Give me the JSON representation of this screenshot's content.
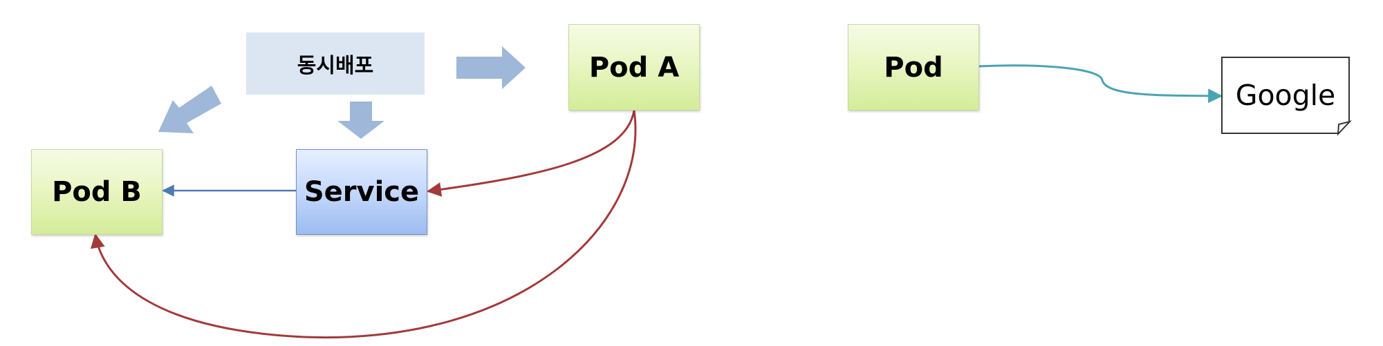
{
  "nodes": {
    "pod_a": "Pod A",
    "pod_b": "Pod B",
    "service": "Service",
    "deploy": "동시배포",
    "pod": "Pod",
    "google": "Google"
  },
  "colors": {
    "pod_fill": "#e2f2b6",
    "service_fill": "#bcd2f7",
    "deploy_fill": "#dce6f3",
    "block_arrow": "#9fb7d9",
    "red_connector": "#a23a3a",
    "blue_connector": "#4f7ab4",
    "teal_connector": "#4aa3b5"
  }
}
